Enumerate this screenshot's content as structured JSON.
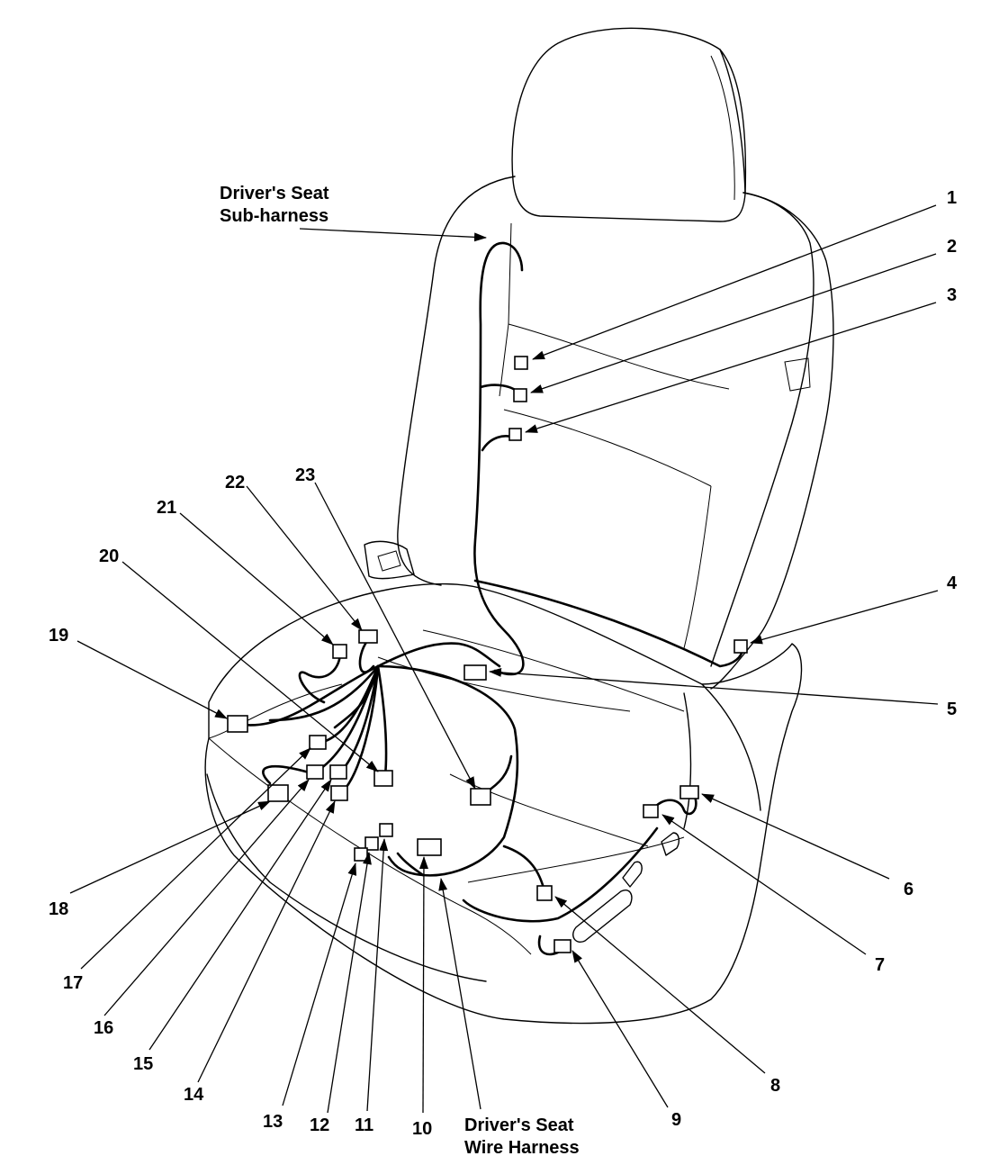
{
  "labels": {
    "sub_harness_line1": "Driver's Seat",
    "sub_harness_line2": "Sub-harness",
    "wire_harness_line1": "Driver's Seat",
    "wire_harness_line2": "Wire Harness",
    "n1": "1",
    "n2": "2",
    "n3": "3",
    "n4": "4",
    "n5": "5",
    "n6": "6",
    "n7": "7",
    "n8": "8",
    "n9": "9",
    "n10": "10",
    "n11": "11",
    "n12": "12",
    "n13": "13",
    "n14": "14",
    "n15": "15",
    "n16": "16",
    "n17": "17",
    "n18": "18",
    "n19": "19",
    "n20": "20",
    "n21": "21",
    "n22": "22",
    "n23": "23"
  }
}
